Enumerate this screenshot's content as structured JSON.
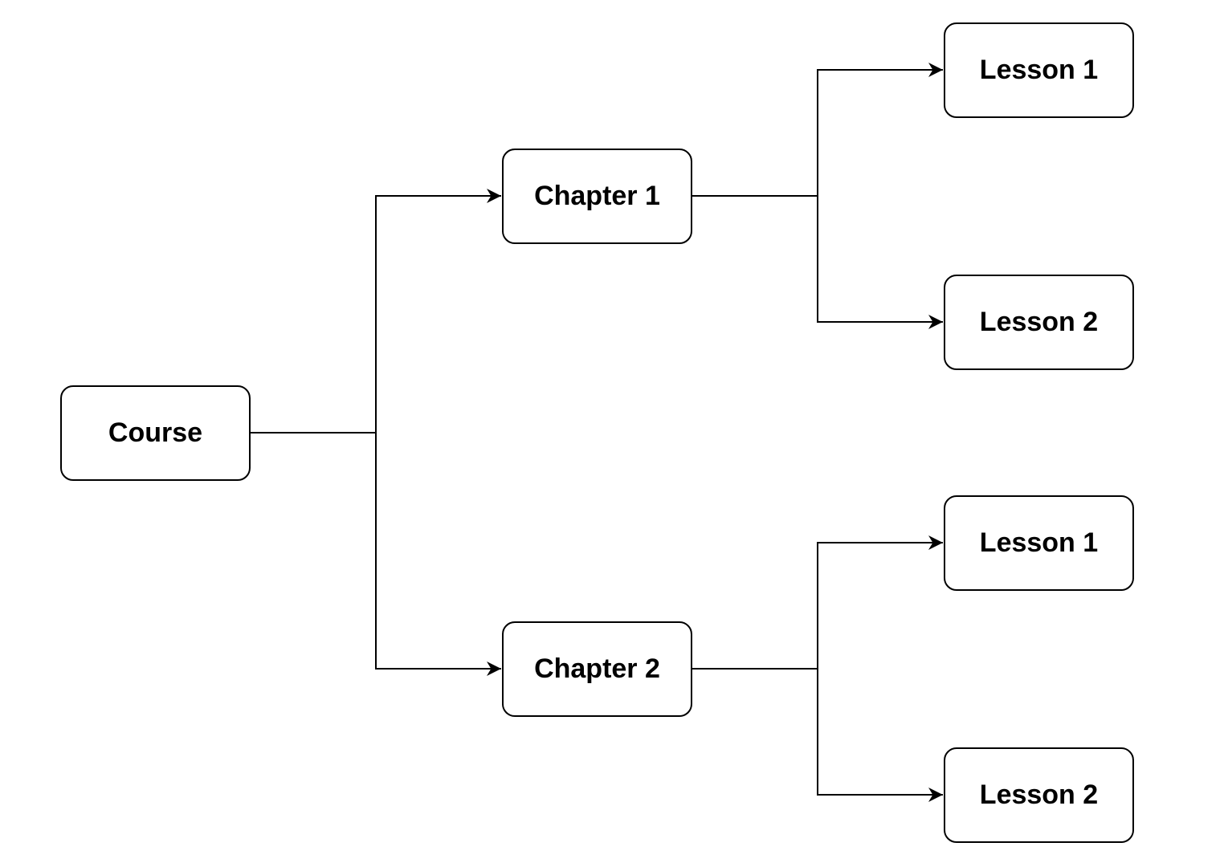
{
  "diagram": {
    "root": {
      "label": "Course"
    },
    "chapters": [
      {
        "label": "Chapter 1",
        "lessons": [
          {
            "label": "Lesson 1"
          },
          {
            "label": "Lesson 2"
          }
        ]
      },
      {
        "label": "Chapter 2",
        "lessons": [
          {
            "label": "Lesson 1"
          },
          {
            "label": "Lesson 2"
          }
        ]
      }
    ],
    "colors": {
      "stroke": "#000000",
      "fill": "#ffffff",
      "text": "#000000"
    }
  }
}
